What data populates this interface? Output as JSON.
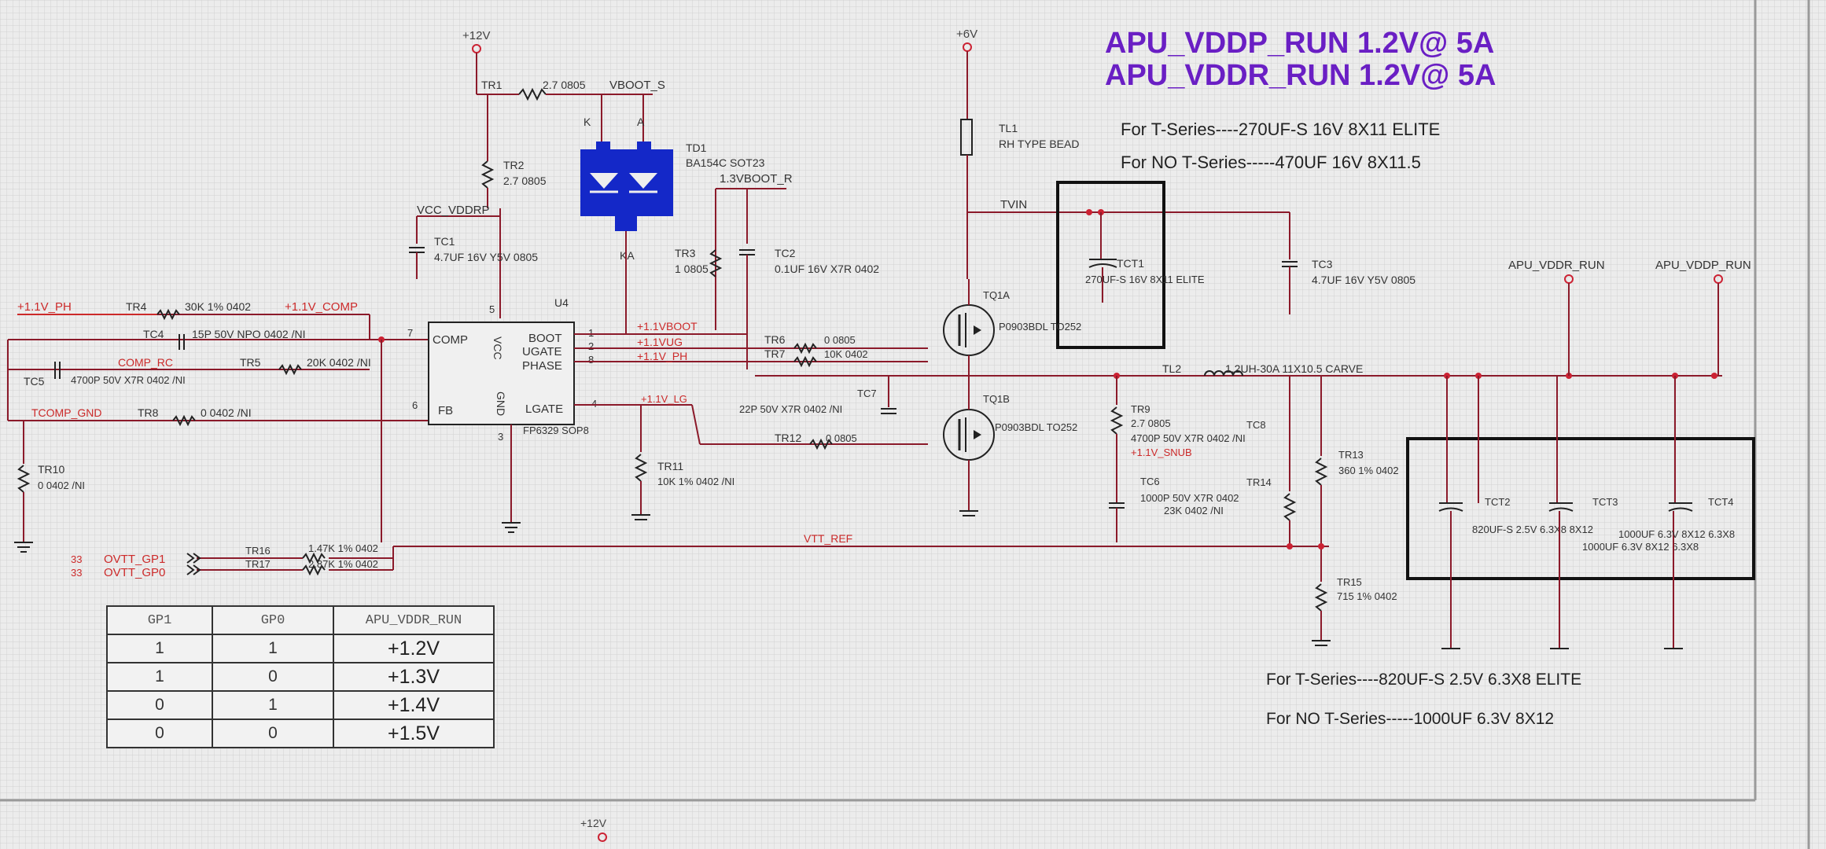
{
  "titles": {
    "line1": "APU_VDDP_RUN 1.2V@ 5A",
    "line2": "APU_VDDR_RUN 1.2V@ 5A",
    "input_cap_note1": "For T-Series----270UF-S 16V 8X11 ELITE",
    "input_cap_note2": "For NO T-Series-----470UF 16V 8X11.5",
    "output_cap_note1": "For T-Series----820UF-S 2.5V 6.3X8 ELITE",
    "output_cap_note2": "For NO T-Series-----1000UF 6.3V 8X12"
  },
  "colors": {
    "title": "#6a1fc4",
    "wire": "#8b1a2a",
    "net_red": "#cc2a2a",
    "ink": "#222222"
  },
  "power": {
    "p12v": "+12V",
    "p6v": "+6V",
    "p12v_bottom": "+12V"
  },
  "nets": {
    "vboot_s": "VBOOT_S",
    "vcc_vddrp": "VCC_VDDRP",
    "vboot_r": "1.3VBOOT_R",
    "tvin": "TVIN",
    "v11_ph": "+1.1V_PH",
    "v11_comp": "+1.1V_COMP",
    "comp_rc": "COMP_RC",
    "tcomp_gnd": "TCOMP_GND",
    "v11_boot": "+1.1VBOOT",
    "v11_ugate": "+1.1VUG",
    "v11_ph2": "+1.1V_PH",
    "v11_lg": "+1.1V_LG",
    "v11_snub": "+1.1V_SNUB",
    "vtt": "VTT_REF",
    "apu_vddr": "APU_VDDR_RUN",
    "apu_vddp": "APU_VDDP_RUN",
    "gp1_num": "33",
    "gp0_num": "33",
    "ovtt_gp1": "OVTT_GP1",
    "ovtt_gp0": "OVTT_GP0"
  },
  "components": {
    "tr1": {
      "ref": "TR1",
      "value": "2.7 0805"
    },
    "tr2": {
      "ref": "TR2",
      "value": "2.7 0805"
    },
    "tc1": {
      "ref": "TC1",
      "value": "4.7UF 16V Y5V 0805"
    },
    "td1": {
      "ref": "TD1",
      "value": "BA154C SOT23",
      "pin_k": "K",
      "pin_a": "A",
      "pin_ka": "KA"
    },
    "tl1": {
      "ref": "TL1",
      "value": "RH TYPE BEAD"
    },
    "tr3": {
      "ref": "TR3",
      "value": "1 0805"
    },
    "tc2": {
      "ref": "TC2",
      "value": "0.1UF 16V X7R 0402"
    },
    "tct1": {
      "ref": "TCT1",
      "value": "270UF-S 16V 8X11 ELITE"
    },
    "tc3": {
      "ref": "TC3",
      "value": "4.7UF 16V Y5V 0805"
    },
    "tr4": {
      "ref": "TR4",
      "value": "30K 1% 0402"
    },
    "tc4": {
      "ref": "TC4",
      "value": "15P 50V NPO 0402 /NI"
    },
    "tc5": {
      "ref": "TC5",
      "value": "4700P 50V X7R 0402 /NI"
    },
    "tr5": {
      "ref": "TR5",
      "value": "20K 0402 /NI"
    },
    "tr8": {
      "ref": "TR8",
      "value": "0 0402 /NI"
    },
    "tr10": {
      "ref": "TR10",
      "value": "0 0402 /NI"
    },
    "u4": {
      "ref": "U4",
      "part": "FP6329 SOP8",
      "comp": "COMP",
      "fb": "FB",
      "vcc": "VCC",
      "gnd": "GND",
      "boot": "BOOT",
      "ugate": "UGATE",
      "phase": "PHASE",
      "lgate": "LGATE",
      "p7": "7",
      "p6": "6",
      "p5": "5",
      "p3": "3",
      "p1": "1",
      "p2": "2",
      "p8": "8",
      "p4": "4"
    },
    "tr6": {
      "ref": "TR6",
      "value": "0 0805"
    },
    "tr7": {
      "ref": "TR7",
      "value": "10K 0402"
    },
    "tq1a": {
      "ref": "TQ1A",
      "part": "P0903BDL TO252"
    },
    "tq1b": {
      "ref": "TQ1B",
      "part": "P0903BDL TO252"
    },
    "tc7": {
      "ref": "TC7",
      "value": "22P 50V X7R 0402 /NI"
    },
    "tr11": {
      "ref": "TR11",
      "value": "10K 1% 0402 /NI"
    },
    "tr12": {
      "ref": "TR12",
      "value": "0 0805"
    },
    "tl2": {
      "ref": "TL2",
      "value": "1.2UH-30A 11X10.5 CARVE"
    },
    "tr9": {
      "ref": "TR9",
      "value": "2.7 0805"
    },
    "tc8": {
      "ref": "TC8",
      "value": "4700P 50V X7R 0402 /NI"
    },
    "tc6": {
      "ref": "TC6",
      "value": "1000P 50V X7R 0402"
    },
    "tr14": {
      "ref": "TR14",
      "value": "23K 0402 /NI"
    },
    "tr13": {
      "ref": "TR13",
      "value": "360 1% 0402"
    },
    "tr15": {
      "ref": "TR15",
      "value": "715 1% 0402"
    },
    "tr16": {
      "ref": "TR16",
      "value": "1.47K 1% 0402"
    },
    "tr17": {
      "ref": "TR17",
      "value": "2.87K 1% 0402"
    },
    "tct2": {
      "ref": "TCT2",
      "value": "820UF-S 2.5V 6.3X8 8X12"
    },
    "tct3": {
      "ref": "TCT3",
      "value": "1000UF 6.3V 8X12 6.3X8"
    },
    "tct4": {
      "ref": "TCT4",
      "value": "1000UF 6.3V 8X12 6.3X8"
    }
  },
  "table": {
    "headers": [
      "GP1",
      "GP0",
      "APU_VDDR_RUN"
    ],
    "rows": [
      [
        "1",
        "1",
        "+1.2V"
      ],
      [
        "1",
        "0",
        "+1.3V"
      ],
      [
        "0",
        "1",
        "+1.4V"
      ],
      [
        "0",
        "0",
        "+1.5V"
      ]
    ]
  }
}
